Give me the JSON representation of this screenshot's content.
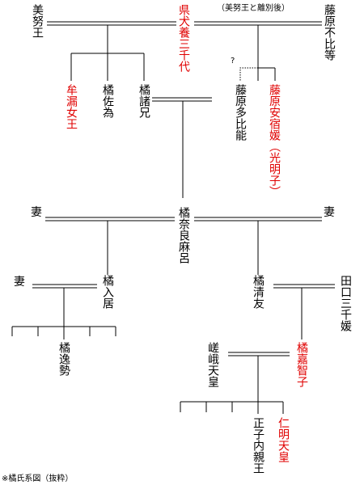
{
  "colors": {
    "text": "#000000",
    "highlight": "#e00000",
    "line": "#000000"
  },
  "people": {
    "mino": "美努王",
    "agata": "県犬養三千代",
    "fubito": "藤原不比等",
    "muro": "牟漏女王",
    "sai": "橘佐為",
    "moroe": "橘諸兄",
    "tahi": "藤原多比能",
    "komyo_name": "藤原安宿媛",
    "komyo_note": "（光明子）",
    "naramaro": "橘奈良麻呂",
    "iri": "橘入居",
    "hayanari": "橘逸勢",
    "kiyotomo": "橘清友",
    "taguchi": "田口三千媛",
    "saga": "嵯峨天皇",
    "kachiko": "橘嘉智子",
    "masako": "正子内親王",
    "ninmyo": "仁明天皇"
  },
  "labels": {
    "wife_left": "妻",
    "wife_right": "妻",
    "wife_iri": "妻",
    "divorce_note": "（美努王と離別後）",
    "question": "?",
    "caption": "※橘氏系図（抜粋）"
  }
}
